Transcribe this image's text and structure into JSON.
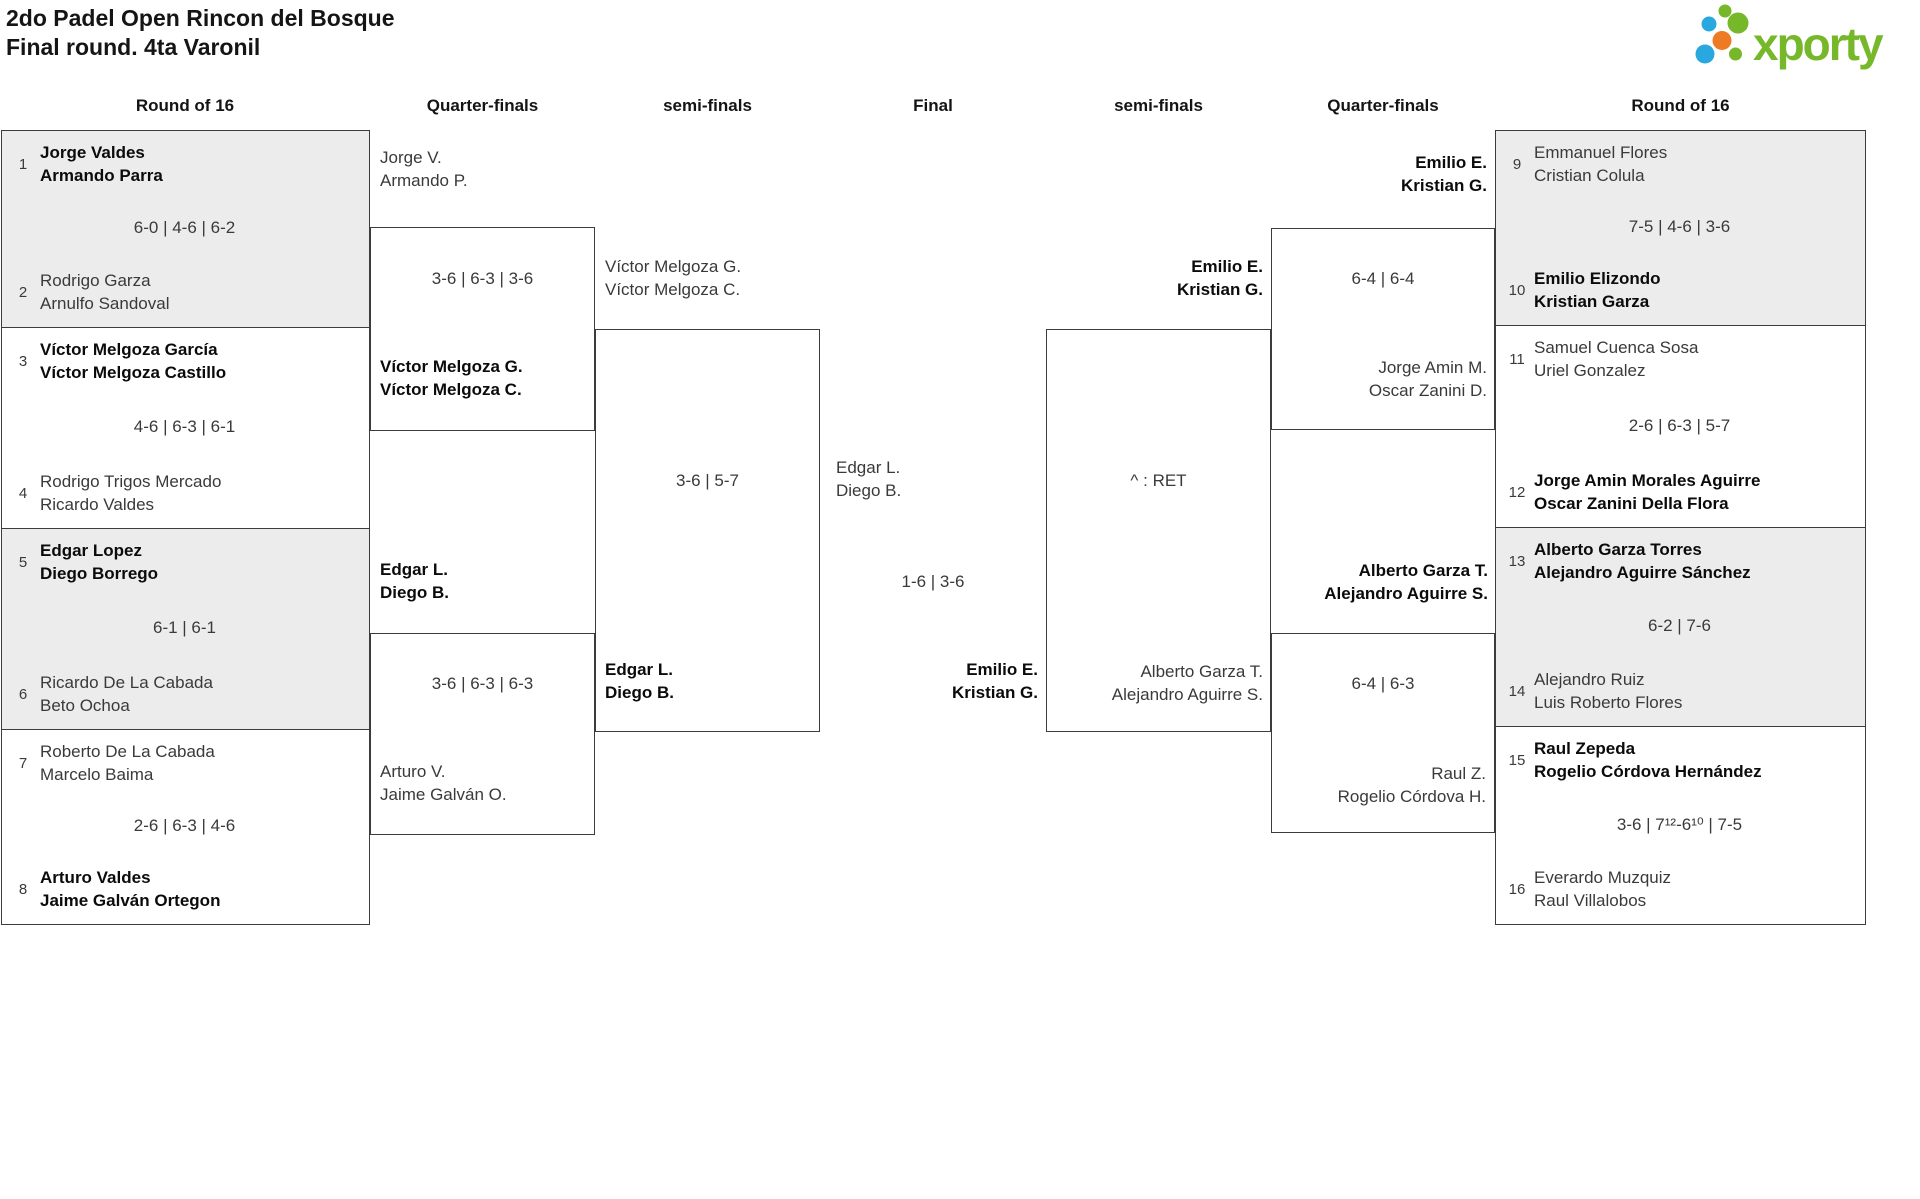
{
  "title": {
    "line1": "2do Padel Open Rincon del Bosque",
    "line2": "Final round. 4ta Varonil"
  },
  "logo": {
    "text": "xporty",
    "green": "#76b82a",
    "blue": "#29a8e0",
    "orange": "#ee7a23"
  },
  "headers": {
    "r16_left": "Round of 16",
    "qf_left": "Quarter-finals",
    "sf_left": "semi-finals",
    "final": "Final",
    "sf_right": "semi-finals",
    "qf_right": "Quarter-finals",
    "r16_right": "Round of 16"
  },
  "r16_left": [
    {
      "seed_top": "1",
      "team_top": [
        "Jorge Valdes",
        "Armando Parra"
      ],
      "score": "6-0 | 4-6 | 6-2",
      "seed_bottom": "2",
      "team_bottom": [
        "Rodrigo Garza",
        "Arnulfo Sandoval"
      ],
      "winner": "top"
    },
    {
      "seed_top": "3",
      "team_top": [
        "Víctor Melgoza García",
        "Víctor Melgoza Castillo"
      ],
      "score": "4-6 | 6-3 | 6-1",
      "seed_bottom": "4",
      "team_bottom": [
        "Rodrigo Trigos Mercado",
        "Ricardo Valdes"
      ],
      "winner": "top"
    },
    {
      "seed_top": "5",
      "team_top": [
        "Edgar Lopez",
        "Diego Borrego"
      ],
      "score": "6-1 | 6-1",
      "seed_bottom": "6",
      "team_bottom": [
        "Ricardo De La Cabada",
        "Beto Ochoa"
      ],
      "winner": "top"
    },
    {
      "seed_top": "7",
      "team_top": [
        "Roberto De La Cabada",
        "Marcelo Baima"
      ],
      "score": "2-6 | 6-3 | 4-6",
      "seed_bottom": "8",
      "team_bottom": [
        "Arturo Valdes",
        "Jaime Galván Ortegon"
      ],
      "winner": "bottom"
    }
  ],
  "r16_right": [
    {
      "seed_top": "9",
      "team_top": [
        "Emmanuel Flores",
        "Cristian Colula"
      ],
      "score": "7-5 | 4-6 | 3-6",
      "seed_bottom": "10",
      "team_bottom": [
        "Emilio Elizondo",
        "Kristian Garza"
      ],
      "winner": "bottom"
    },
    {
      "seed_top": "11",
      "team_top": [
        "Samuel Cuenca Sosa",
        "Uriel Gonzalez"
      ],
      "score": "2-6 | 6-3 | 5-7",
      "seed_bottom": "12",
      "team_bottom": [
        "Jorge Amin Morales Aguirre",
        "Oscar Zanini Della Flora"
      ],
      "winner": "bottom"
    },
    {
      "seed_top": "13",
      "team_top": [
        "Alberto Garza Torres",
        "Alejandro Aguirre Sánchez"
      ],
      "score": "6-2 | 7-6",
      "seed_bottom": "14",
      "team_bottom": [
        "Alejandro Ruiz",
        "Luis Roberto Flores"
      ],
      "winner": "top"
    },
    {
      "seed_top": "15",
      "team_top": [
        "Raul Zepeda",
        "Rogelio Córdova Hernández"
      ],
      "score": "3-6 | 7¹²-6¹⁰ | 7-5",
      "seed_bottom": "16",
      "team_bottom": [
        "Everardo Muzquiz",
        "Raul Villalobos"
      ],
      "winner": "top"
    }
  ],
  "qf_left": [
    {
      "team_top": [
        "Jorge V.",
        "Armando P."
      ],
      "score": "3-6 | 6-3 | 3-6",
      "team_bottom": [
        "Víctor Melgoza G.",
        "Víctor Melgoza C."
      ],
      "winner": "bottom"
    },
    {
      "team_top": [
        "Edgar L.",
        "Diego B."
      ],
      "score": "3-6 | 6-3 | 6-3",
      "team_bottom": [
        "Arturo V.",
        "Jaime Galván O."
      ],
      "winner": "top"
    }
  ],
  "qf_right": [
    {
      "team_top": [
        "Emilio E.",
        "Kristian G."
      ],
      "score": "6-4 | 6-4",
      "team_bottom": [
        "Jorge Amin M.",
        "Oscar Zanini D."
      ],
      "winner": "top"
    },
    {
      "team_top": [
        "Alberto Garza T.",
        "Alejandro Aguirre S."
      ],
      "score": "6-4 | 6-3",
      "team_bottom": [
        "Raul Z.",
        "Rogelio Córdova H."
      ],
      "winner": "top"
    }
  ],
  "sf_left": {
    "team_top": [
      "Víctor Melgoza G.",
      "Víctor Melgoza C."
    ],
    "score": "3-6 | 5-7",
    "team_bottom": [
      "Edgar L.",
      "Diego B."
    ],
    "winner": "bottom"
  },
  "sf_right": {
    "team_top": [
      "Emilio E.",
      "Kristian G."
    ],
    "score": "^ : RET",
    "team_bottom": [
      "Alberto Garza T.",
      "Alejandro Aguirre S."
    ],
    "winner": "top"
  },
  "final": {
    "team_left": [
      "Edgar L.",
      "Diego B."
    ],
    "score": "1-6 | 3-6",
    "team_right": [
      "Emilio E.",
      "Kristian G."
    ],
    "winner": "right"
  }
}
